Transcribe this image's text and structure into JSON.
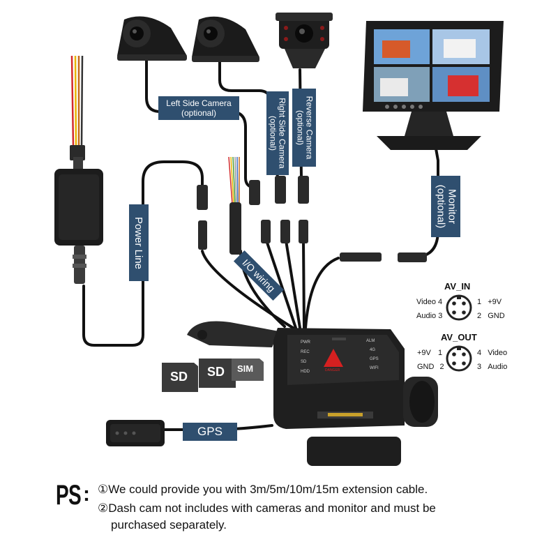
{
  "labels": {
    "left_side_camera": [
      "Left Side Camera",
      "(optional)"
    ],
    "right_side_camera": [
      "Right Side Camera",
      "(optional)"
    ],
    "reverse_camera": [
      "Reverse Camera",
      "(optional)"
    ],
    "monitor": [
      "Monitor",
      "(optional)"
    ],
    "power_line": "Power Line",
    "io_wiring": "I/O wiring",
    "gps": "GPS"
  },
  "storage_cards": [
    "SD",
    "SD",
    "SIM"
  ],
  "device_indicators": {
    "left": [
      "PWR",
      "REC",
      "SD",
      "HDD"
    ],
    "right": [
      "ALM",
      "4G",
      "GPS",
      "WIFI"
    ],
    "warning_text": "DANGER"
  },
  "av_in": {
    "title": "AV_IN",
    "pins": [
      {
        "name": "Video",
        "num": "4"
      },
      {
        "name": "+9V",
        "num": "1"
      },
      {
        "name": "Audio",
        "num": "3"
      },
      {
        "name": "GND",
        "num": "2"
      }
    ]
  },
  "av_out": {
    "title": "AV_OUT",
    "pins": [
      {
        "name": "+9V",
        "num": "1"
      },
      {
        "name": "Video",
        "num": "4"
      },
      {
        "name": "GND",
        "num": "2"
      },
      {
        "name": "Audio",
        "num": "3"
      }
    ]
  },
  "ps": {
    "mark": "PS",
    "colon": ":",
    "notes": [
      "①We could provide you with 3m/5m/10m/15m extension cable.",
      "②Dash cam not includes with cameras and monitor and must be",
      "purchased separately."
    ]
  },
  "colors": {
    "label_bg": "#2f4f6f",
    "label_text": "#ffffff",
    "device_body": "#1e1e1e",
    "cable": "#111111",
    "warning_red": "#d62020",
    "wire_red": "#d22b2b",
    "wire_yellow": "#e8b400",
    "wire_green": "#4a9a3a",
    "monitor_screen_blue": "#3d7bc8"
  }
}
